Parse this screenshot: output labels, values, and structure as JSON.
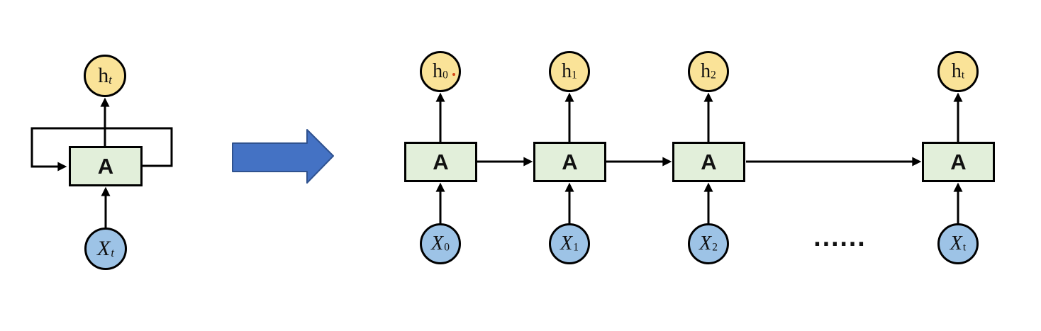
{
  "diagram": {
    "kind": "rnn-unrolling",
    "left_unit": {
      "output": {
        "base": "h",
        "sub": "t"
      },
      "cell": {
        "label": "A"
      },
      "input": {
        "base": "X",
        "sub": "t"
      }
    },
    "right_units": [
      {
        "output": {
          "base": "h",
          "sub": "0"
        },
        "cell": {
          "label": "A"
        },
        "input": {
          "base": "X",
          "sub": "0"
        }
      },
      {
        "output": {
          "base": "h",
          "sub": "1"
        },
        "cell": {
          "label": "A"
        },
        "input": {
          "base": "X",
          "sub": "1"
        }
      },
      {
        "output": {
          "base": "h",
          "sub": "2"
        },
        "cell": {
          "label": "A"
        },
        "input": {
          "base": "X",
          "sub": "2"
        }
      },
      {
        "output": {
          "base": "h",
          "sub": "t"
        },
        "cell": {
          "label": "A"
        },
        "input": {
          "base": "X",
          "sub": "t"
        }
      }
    ],
    "ellipsis": "......",
    "colors": {
      "output_fill": "#FAE398",
      "cell_fill": "#E2EFDA",
      "input_fill": "#9DC3E6",
      "node_stroke": "#000000",
      "wire_stroke": "#000000",
      "unroll_arrow_fill": "#4472C4",
      "unroll_arrow_stroke": "#2F528F",
      "background": "#FFFFFF"
    }
  }
}
